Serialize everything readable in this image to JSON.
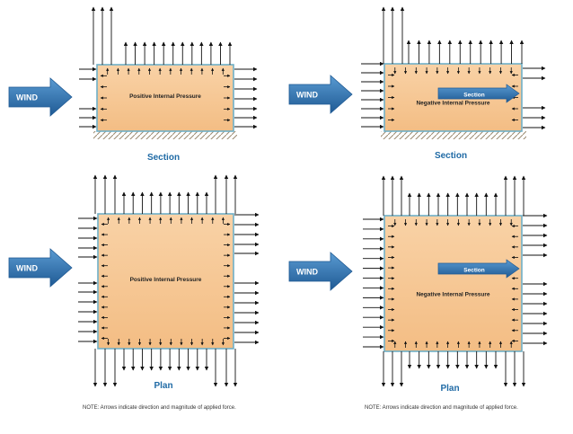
{
  "colors": {
    "building_fill": "#f7c896",
    "building_border": "#6fb0c8",
    "wind_arrow": "#2f77b8",
    "wind_arrow_dark": "#1f5a94",
    "force_arrow": "#111111",
    "label_blue": "#1f6aa5",
    "ground_hatch": "#9a8a70"
  },
  "wind_label": "WIND",
  "panels": [
    {
      "id": "section-positive",
      "caption": "Section",
      "pressure_label": "Positive Internal Pressure",
      "internal_pressure": "positive",
      "view": "section"
    },
    {
      "id": "section-negative",
      "caption": "Section",
      "pressure_label": "Negative Internal Pressure",
      "internal_pressure": "negative",
      "view": "section",
      "section_arrow_label": "Section"
    },
    {
      "id": "plan-positive",
      "caption": "Plan",
      "pressure_label": "Positive Internal Pressure",
      "internal_pressure": "positive",
      "view": "plan"
    },
    {
      "id": "plan-negative",
      "caption": "Plan",
      "pressure_label": "Negative Internal Pressure",
      "internal_pressure": "negative",
      "view": "plan",
      "section_arrow_label": "Section"
    }
  ],
  "notes": [
    "NOTE: Arrows indicate direction and magnitude of applied force.",
    "NOTE: Arrows indicate direction and magnitude of applied force."
  ]
}
